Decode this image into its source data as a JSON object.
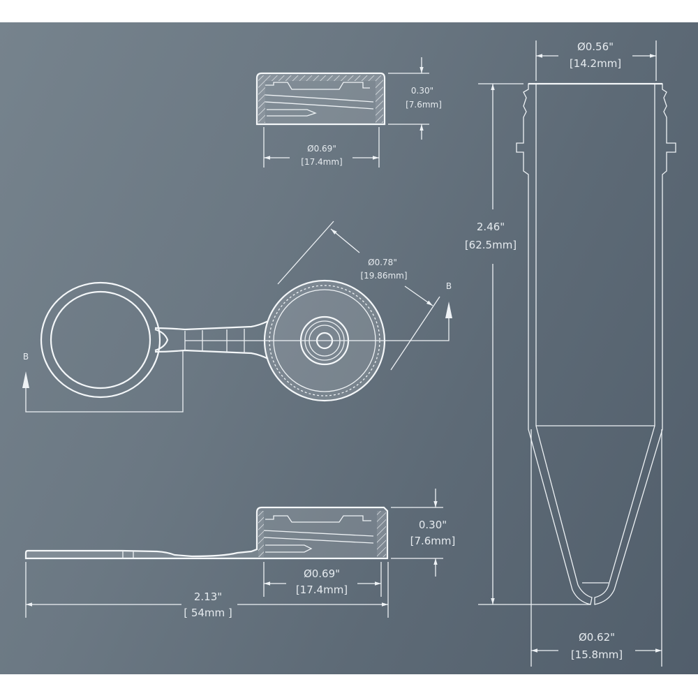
{
  "figure": {
    "background_color": "#66737e",
    "line_color": "#eef2f5",
    "views": {
      "cap_side_top": {
        "height_in": "0.30\"",
        "height_mm": "[7.6mm]",
        "diameter_in": "Ø0.69\"",
        "diameter_mm": "[17.4mm]"
      },
      "cap_top_view": {
        "diameter_in": "Ø0.78\"",
        "diameter_mm": "[19.86mm]",
        "section_label_right": "B",
        "section_label_left": "B"
      },
      "cap_side_bottom": {
        "height_in": "0.30\"",
        "height_mm": "[7.6mm]",
        "diameter_in": "Ø0.69\"",
        "diameter_mm": "[17.4mm]",
        "length_in": "2.13\"",
        "length_mm": "[ 54mm ]"
      },
      "tube_section": {
        "top_diameter_in": "Ø0.56\"",
        "top_diameter_mm": "[14.2mm]",
        "height_in": "2.46\"",
        "height_mm": "[62.5mm]",
        "bottom_diameter_in": "Ø0.62\"",
        "bottom_diameter_mm": "[15.8mm]"
      }
    }
  }
}
